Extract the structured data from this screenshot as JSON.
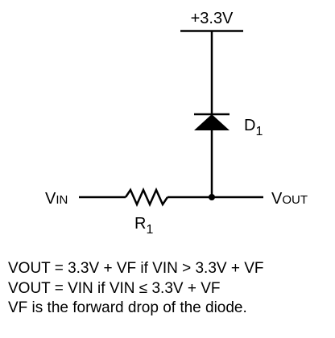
{
  "supply_label": "+3.3V",
  "diode": {
    "label": "D",
    "subscript": "1"
  },
  "resistor": {
    "label": "R",
    "subscript": "1"
  },
  "input_label": {
    "main": "V",
    "sub": "IN"
  },
  "output_label": {
    "main": "V",
    "sub": "OUT"
  },
  "equations": [
    "VOUT = 3.3V + VF if VIN > 3.3V + VF",
    "VOUT = VIN if VIN ≤ 3.3V + VF",
    "VF is the forward drop of the diode."
  ]
}
